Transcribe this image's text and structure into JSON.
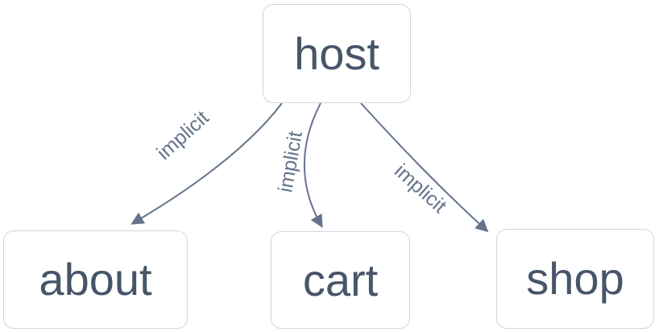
{
  "diagram": {
    "nodes": {
      "host": {
        "label": "host"
      },
      "about": {
        "label": "about"
      },
      "cart": {
        "label": "cart"
      },
      "shop": {
        "label": "shop"
      }
    },
    "edges": [
      {
        "from": "host",
        "to": "about",
        "label": "implicit"
      },
      {
        "from": "host",
        "to": "cart",
        "label": "implicit"
      },
      {
        "from": "host",
        "to": "shop",
        "label": "implicit"
      }
    ],
    "colors": {
      "node_border": "#d1d5db",
      "node_fill": "#ffffff",
      "node_text": "#475569",
      "edge_stroke": "#64748b",
      "edge_label_text": "#64748b",
      "background": "#ffffff"
    }
  }
}
